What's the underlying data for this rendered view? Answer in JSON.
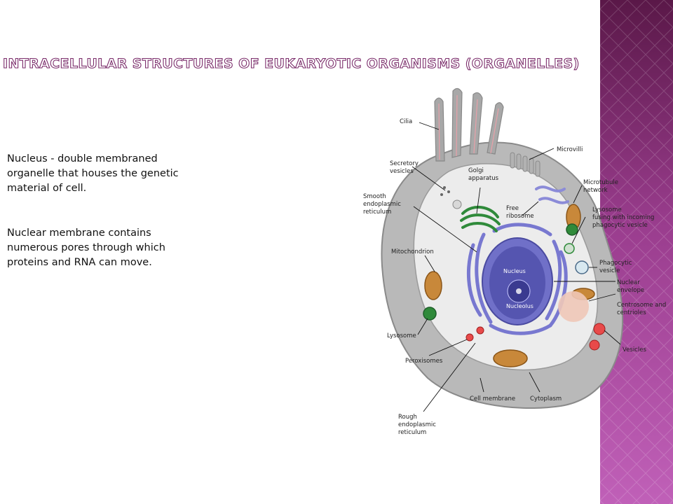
{
  "slide": {
    "title": "INTRACELLULAR STRUCTURES OF EUKARYOTIC ORGANISMS (ORGANELLES)",
    "paragraphs": [
      [
        "Nucleus - double membraned",
        "organelle that houses the genetic",
        "material of cell."
      ],
      [
        "Nuclear membrane contains",
        "numerous pores through which",
        "proteins and RNA can move."
      ]
    ]
  },
  "diagram": {
    "labels": {
      "cilia": "Cilia",
      "microvilli": "Microvilli",
      "secretory": [
        "Secretory",
        "vesicles"
      ],
      "golgi": [
        "Golgi",
        "apparatus"
      ],
      "microtubule": [
        "Microtubule",
        "network"
      ],
      "smooth_er": [
        "Smooth",
        "endoplasmic",
        "reticulum"
      ],
      "free_ribosome": [
        "Free",
        "ribosome"
      ],
      "lysosome_fusing": [
        "Lysosome",
        "fusing with incoming",
        "phagocytic vesicle"
      ],
      "mitochondrion": "Mitochondrion",
      "nucleus": "Nucleus",
      "phagocytic": [
        "Phagocytic",
        "vesicle"
      ],
      "nuclear_envelope": [
        "Nuclear",
        "envelope"
      ],
      "nucleolus": "Nucleolus",
      "centrosome": [
        "Centrosome and",
        "centrioles"
      ],
      "lysosome": "Lysosome",
      "vesicles": "Vesicles",
      "peroxisomes": "Peroxisomes",
      "cell_membrane": "Cell membrane",
      "cytoplasm": "Cytoplasm",
      "rough_er": [
        "Rough",
        "endoplasmic",
        "reticulum"
      ]
    }
  },
  "colors": {
    "band_dark": "#5a1848",
    "band_light": "#c060b8",
    "title_outline": "#7b2d6b",
    "cell_outer": "#b8b8b8",
    "cytoplasm": "#ececec",
    "nucleus": "#5555b0",
    "er": "#7878d0",
    "golgi": "#2f8a3a",
    "mitochondrion": "#c8883a"
  }
}
